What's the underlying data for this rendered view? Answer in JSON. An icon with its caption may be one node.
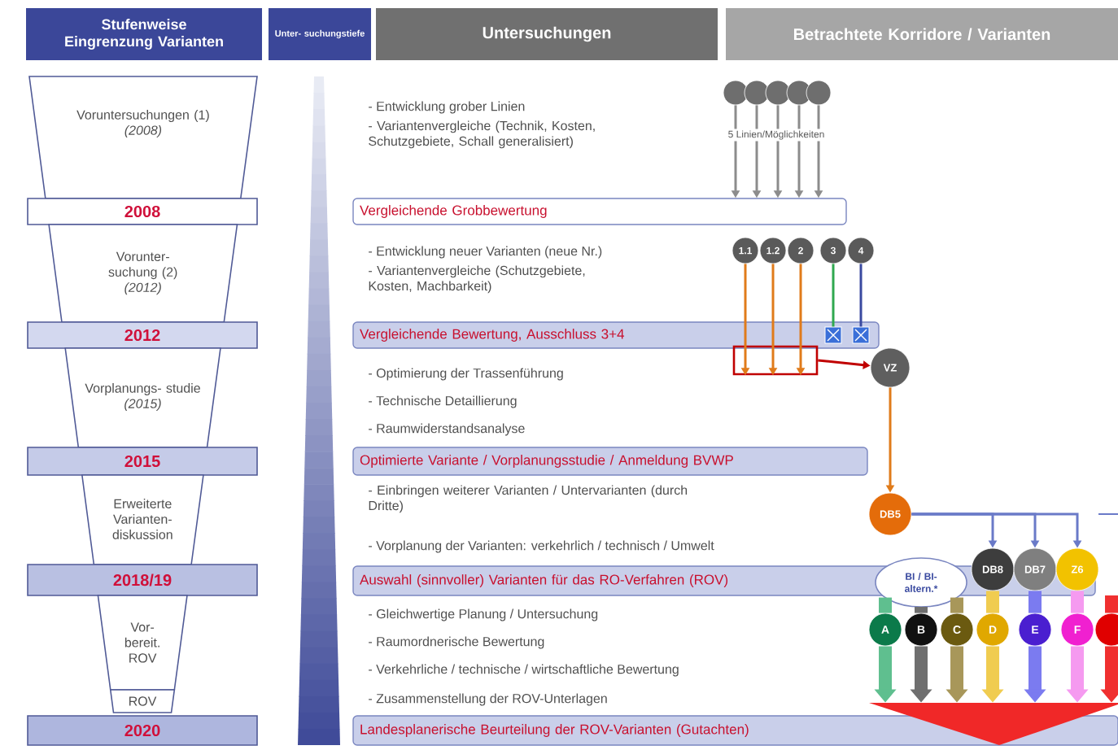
{
  "diagram": {
    "nodes": [
      {
        "text": [
          "Stufenweise Eingrenzung Varianten"
        ]
      },
      {
        "text": [
          "Unter- suchungstiefe"
        ]
      },
      {
        "text": [
          "Untersuchungen"
        ]
      },
      {
        "text": [
          "Betrachtete Korridore / Varianten"
        ]
      },
      {
        "text": [
          "Voruntersuchungen (1)",
          "(2008)"
        ]
      },
      {
        "text": [
          "2008"
        ]
      },
      {
        "text": [
          "Vorunter- suchung (2)",
          "(2012)"
        ]
      },
      {
        "text": [
          "2012"
        ]
      },
      {
        "text": [
          "Vorplanungs- studie",
          "(2015)"
        ]
      },
      {
        "text": [
          "2015"
        ]
      },
      {
        "text": [
          "Erweiterte Varianten- diskussion"
        ]
      },
      {
        "text": [
          "2018/19"
        ]
      },
      {
        "text": [
          "Vor- bereit. ROV"
        ]
      },
      {
        "text": [
          "ROV"
        ]
      },
      {
        "text": [
          "2020"
        ]
      },
      {
        "text": [
          "Vergleichende Grobbewertung"
        ]
      },
      {
        "text": [
          "Vergleichende Bewertung, Ausschluss 3+4"
        ]
      },
      {
        "text": [
          "Optimierte Variante / Vorplanungsstudie / Anmeldung BVWP"
        ]
      },
      {
        "text": [
          "Auswahl (sinnvoller) Varianten für das RO-Verfahren (ROV)"
        ]
      },
      {
        "text": [
          "Landesplanerische Beurteilung der ROV-Varianten (Gutachten)"
        ]
      },
      {
        "text": [],
        "shape": "circle"
      },
      {
        "text": [],
        "shape": "circle"
      },
      {
        "text": [],
        "shape": "circle"
      },
      {
        "text": [],
        "shape": "circle"
      },
      {
        "text": [],
        "shape": "circle"
      },
      {
        "text": [
          "1.1"
        ]
      },
      {
        "text": [
          "1.2"
        ]
      },
      {
        "text": [
          "2"
        ]
      },
      {
        "text": [
          "3"
        ]
      },
      {
        "text": [
          "4"
        ]
      },
      {
        "text": [],
        "shape": "box",
        "in": 16
      },
      {
        "text": [],
        "shape": "box",
        "in": 16
      },
      {
        "text": [],
        "shape": "box"
      },
      {
        "text": [
          "VZ"
        ]
      },
      {
        "text": [
          "DB5"
        ]
      },
      {
        "text": [
          "BI / BI- altern.*"
        ]
      },
      {
        "text": [
          "DB8"
        ]
      },
      {
        "text": [
          "DB7"
        ]
      },
      {
        "text": [
          "Z6"
        ]
      },
      {
        "text": [
          "A"
        ]
      },
      {
        "text": [
          "B"
        ]
      },
      {
        "text": [
          "C"
        ]
      },
      {
        "text": [
          "D"
        ]
      },
      {
        "text": [
          "E"
        ]
      },
      {
        "text": [
          "F"
        ]
      },
      {
        "text": [],
        "shape": "circle"
      },
      {
        "text": [],
        "shape": "triangle"
      }
    ],
    "edges": [
      {
        "from": 20,
        "to": 15,
        "arrow": "to",
        "color": "#8c8c8c"
      },
      {
        "from": 21,
        "to": 15,
        "arrow": "to",
        "color": "#8c8c8c"
      },
      {
        "from": 22,
        "to": 15,
        "arrow": "to",
        "color": "#8c8c8c"
      },
      {
        "from": 23,
        "to": 15,
        "arrow": "to",
        "color": "#8c8c8c"
      },
      {
        "from": 24,
        "to": 15,
        "arrow": "to",
        "color": "#8c8c8c"
      },
      {
        "from": 25,
        "to": 32,
        "arrow": "to",
        "color": "#e07b1a"
      },
      {
        "from": 26,
        "to": 32,
        "arrow": "to",
        "color": "#e07b1a"
      },
      {
        "from": 27,
        "to": 32,
        "arrow": "to",
        "color": "#e07b1a"
      },
      {
        "from": 28,
        "to": 30,
        "arrow": "none",
        "color": "#2fa84f"
      },
      {
        "from": 29,
        "to": 31,
        "arrow": "none",
        "color": "#3a4aa0"
      },
      {
        "from": 32,
        "to": 33,
        "arrow": "to",
        "color": "#c00000"
      },
      {
        "from": 33,
        "to": 34,
        "arrow": "to",
        "color": "#e07b1a"
      },
      {
        "from": 34,
        "to": 36,
        "arrow": "to",
        "color": "#6a7ac8"
      },
      {
        "from": 34,
        "to": 37,
        "arrow": "to",
        "color": "#6a7ac8"
      },
      {
        "from": 34,
        "to": 38,
        "arrow": "to",
        "color": "#6a7ac8"
      },
      {
        "from": 35,
        "to": 39,
        "arrow": "none",
        "style": "thick",
        "color": "#5fbf8f"
      },
      {
        "from": 35,
        "to": 40,
        "arrow": "none",
        "style": "thick",
        "color": "#6f6f6f"
      },
      {
        "from": 35,
        "to": 41,
        "arrow": "none",
        "style": "thick",
        "color": "#a8975a"
      },
      {
        "from": 36,
        "to": 42,
        "arrow": "none",
        "style": "thick",
        "color": "#f0cc50"
      },
      {
        "from": 37,
        "to": 43,
        "arrow": "none",
        "style": "thick",
        "color": "#7b7bf0"
      },
      {
        "from": 38,
        "to": 44,
        "arrow": "none",
        "style": "thick",
        "color": "#f59af0"
      },
      {
        "from": null,
        "to": 45,
        "arrow": "none",
        "style": "thick",
        "color": "#f03030"
      },
      {
        "from": 39,
        "to": 46,
        "arrow": "to",
        "style": "thick",
        "color": "#5fbf8f"
      },
      {
        "from": 40,
        "to": 46,
        "arrow": "to",
        "style": "thick",
        "color": "#6f6f6f"
      },
      {
        "from": 41,
        "to": 46,
        "arrow": "to",
        "style": "thick",
        "color": "#a8975a"
      },
      {
        "from": 42,
        "to": 46,
        "arrow": "to",
        "style": "thick",
        "color": "#f0cc50"
      },
      {
        "from": 43,
        "to": 46,
        "arrow": "to",
        "style": "thick",
        "color": "#7b7bf0"
      },
      {
        "from": 44,
        "to": 46,
        "arrow": "to",
        "style": "thick",
        "color": "#f59af0"
      },
      {
        "from": 45,
        "to": 46,
        "arrow": "to",
        "style": "thick",
        "color": "#f03030"
      }
    ],
    "labels": [
      "- Entwicklung grober Linien",
      "- Variantenvergleiche (Technik, Kosten, Schutzgebiete, Schall generalisiert)",
      "5 Linien/Möglichkeiten",
      "- Entwicklung neuer Varianten (neue Nr.)",
      "- Variantenvergleiche (Schutzgebiete, Kosten, Machbarkeit)",
      "- Optimierung der Trassenführung",
      "- Technische Detaillierung",
      "- Raumwiderstandsanalyse",
      "- Einbringen weiterer Varianten / Untervarianten (durch Dritte)",
      "- Vorplanung der Varianten: verkehrlich / technisch / Umwelt",
      "- Gleichwertige Planung / Untersuchung",
      "- Raumordnerische Bewertung",
      "- Verkehrliche / technische / wirtschaftliche Bewertung",
      "- Zusammenstellung der ROV-Unterlagen"
    ]
  }
}
